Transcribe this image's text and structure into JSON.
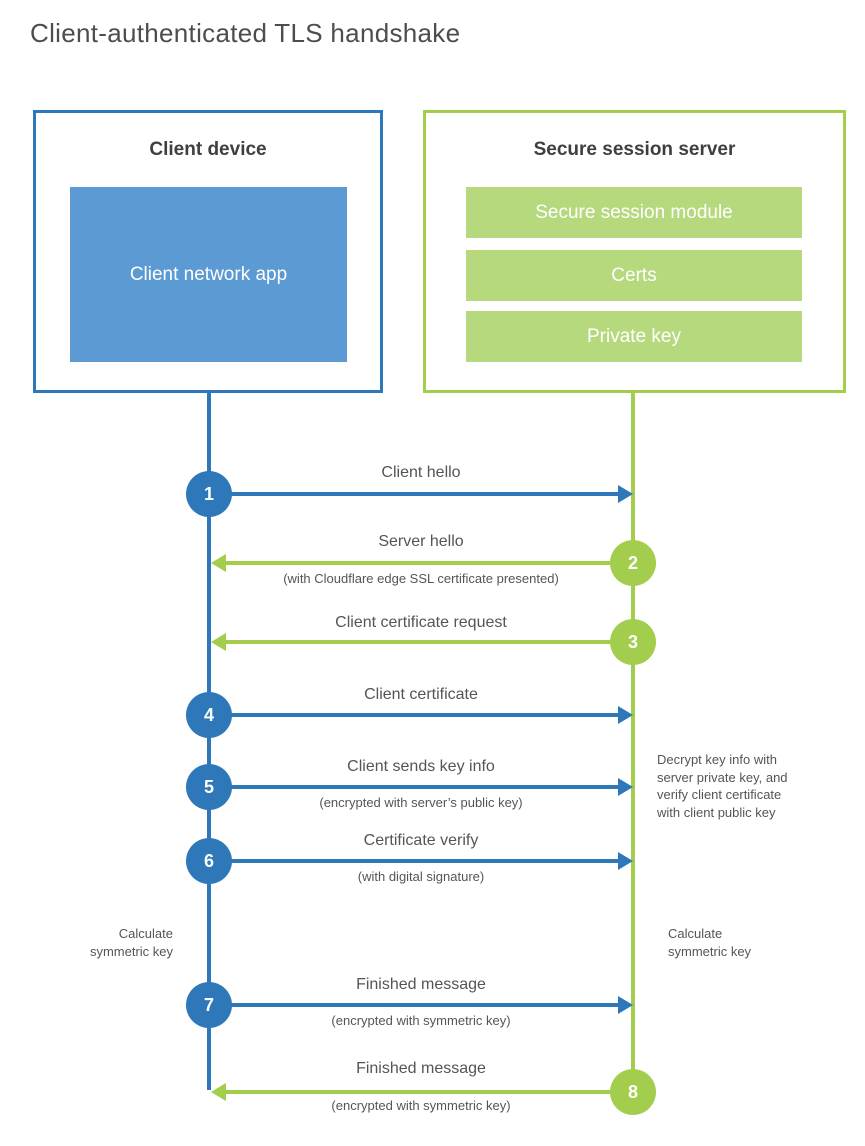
{
  "title": "Client-authenticated TLS handshake",
  "colors": {
    "blue_accent": "#2e77b9",
    "blue_fill": "#5b9ad2",
    "green_accent": "#a2cd4d",
    "green_fill": "#b7d97e"
  },
  "client_box": {
    "title": "Client device",
    "app_label": "Client network app"
  },
  "server_box": {
    "title": "Secure session server",
    "modules": [
      "Secure session module",
      "Certs",
      "Private key"
    ]
  },
  "steps": [
    {
      "number": "1",
      "direction": "right",
      "color": "blue",
      "label": "Client hello",
      "sublabel": ""
    },
    {
      "number": "2",
      "direction": "left",
      "color": "green",
      "label": "Server hello",
      "sublabel": "(with Cloudflare edge SSL certificate presented)"
    },
    {
      "number": "3",
      "direction": "left",
      "color": "green",
      "label": "Client certificate request",
      "sublabel": ""
    },
    {
      "number": "4",
      "direction": "right",
      "color": "blue",
      "label": "Client certificate",
      "sublabel": ""
    },
    {
      "number": "5",
      "direction": "right",
      "color": "blue",
      "label": "Client sends key info",
      "sublabel": "(encrypted with server’s public key)"
    },
    {
      "number": "6",
      "direction": "right",
      "color": "blue",
      "label": "Certificate verify",
      "sublabel": "(with digital signature)"
    },
    {
      "number": "7",
      "direction": "right",
      "color": "blue",
      "label": "Finished message",
      "sublabel": "(encrypted with symmetric key)"
    },
    {
      "number": "8",
      "direction": "left",
      "color": "green",
      "label": "Finished message",
      "sublabel": "(encrypted with symmetric key)"
    }
  ],
  "notes": {
    "client_calculate": [
      "Calculate",
      "symmetric key"
    ],
    "server_decrypt": [
      "Decrypt key info with",
      "server private key, and",
      "verify client certificate",
      "with client public key"
    ],
    "server_calculate": [
      "Calculate",
      "symmetric key"
    ]
  }
}
